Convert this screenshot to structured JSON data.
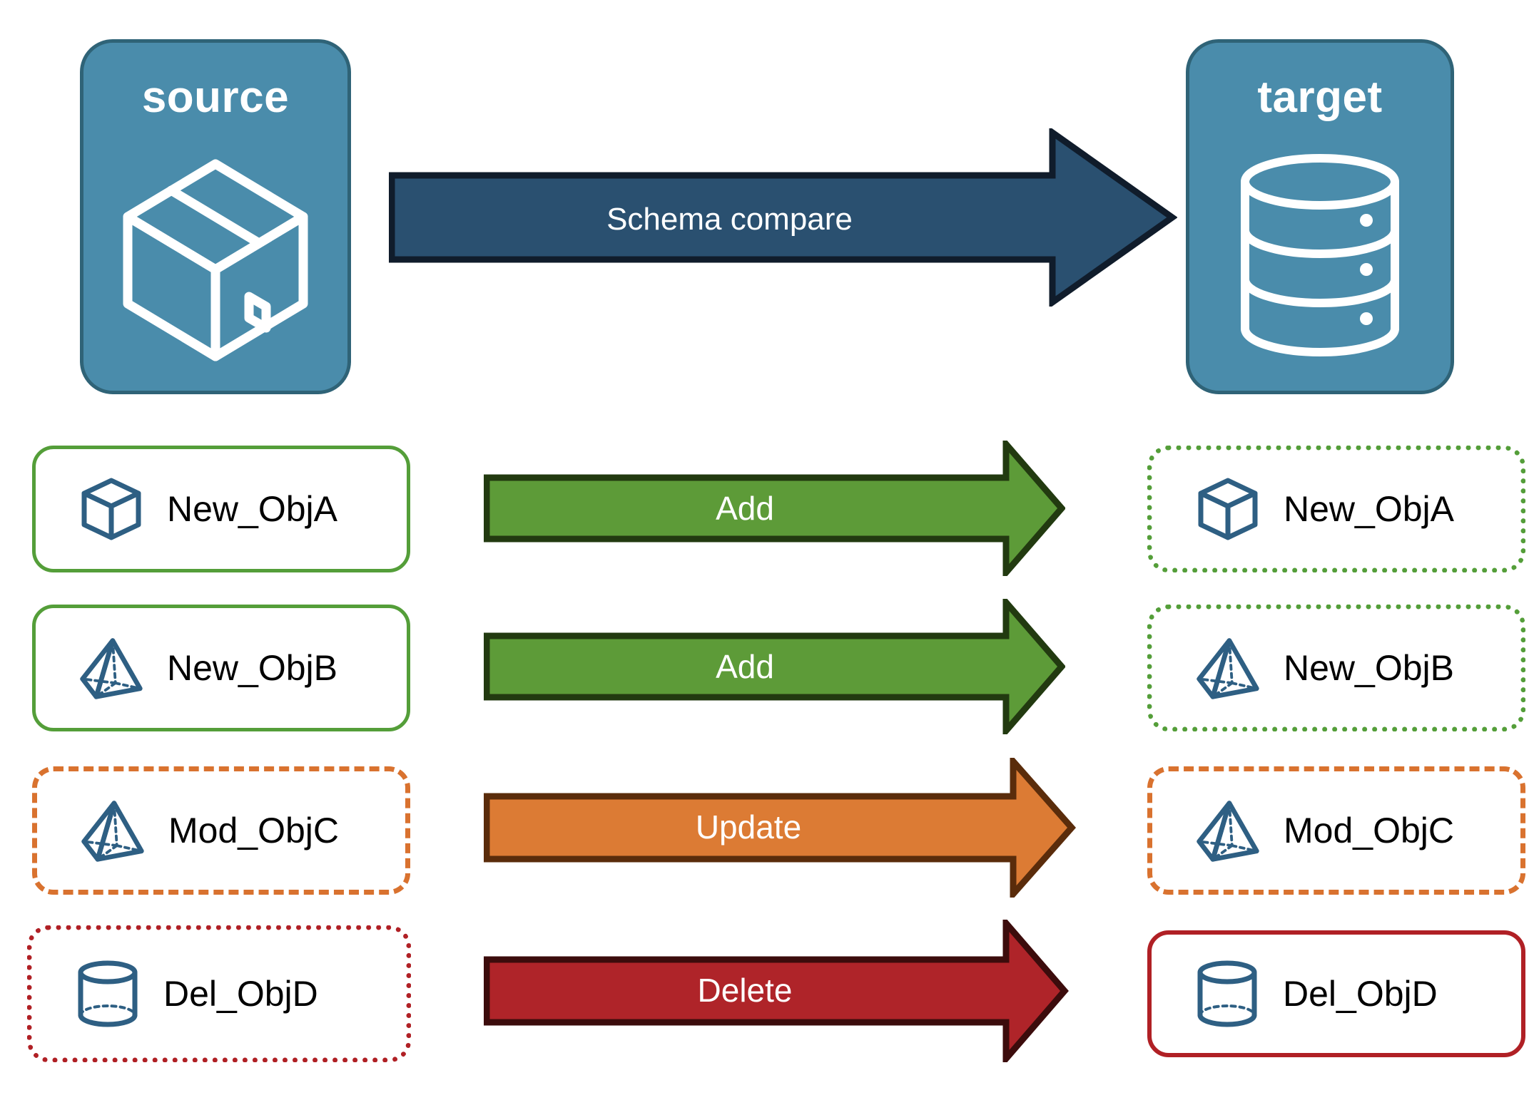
{
  "diagram": {
    "title_source": "source",
    "title_target": "target",
    "compare_label": "Schema compare",
    "colors": {
      "panel_fill": "#4A8CAB",
      "panel_stroke": "#2F6377",
      "compare_fill": "#2A5070",
      "compare_stroke": "#101C2B",
      "icon_blue": "#2E5F83",
      "add_fill": "#5D9B38",
      "add_stroke": "#223A10",
      "update_fill": "#DC7B34",
      "update_stroke": "#5A2C0B",
      "delete_fill": "#AF2429",
      "delete_stroke": "#3C0C0C",
      "green_border": "#549E39",
      "orange_border": "#D9722F",
      "red_border": "#B02025",
      "text_black": "#000000",
      "text_white": "#FFFFFF"
    },
    "endpoints": {
      "source": {
        "label": "source",
        "icon": "package-box-icon"
      },
      "target": {
        "label": "target",
        "icon": "database-cylinder-icon"
      }
    },
    "rows": [
      {
        "action": "Add",
        "action_color": "#5D9B38",
        "source": {
          "label": "New_ObjA",
          "icon": "wireframe-cube-icon",
          "border_style": "solid",
          "border_color": "#549E39"
        },
        "target": {
          "label": "New_ObjA",
          "icon": "wireframe-cube-icon",
          "border_style": "dotted",
          "border_color": "#549E39"
        }
      },
      {
        "action": "Add",
        "action_color": "#5D9B38",
        "source": {
          "label": "New_ObjB",
          "icon": "wireframe-pyramid-icon",
          "border_style": "solid",
          "border_color": "#549E39"
        },
        "target": {
          "label": "New_ObjB",
          "icon": "wireframe-pyramid-icon",
          "border_style": "dotted",
          "border_color": "#549E39"
        }
      },
      {
        "action": "Update",
        "action_color": "#DC7B34",
        "source": {
          "label": "Mod_ObjC",
          "icon": "wireframe-pyramid-icon",
          "border_style": "dashed",
          "border_color": "#D9722F"
        },
        "target": {
          "label": "Mod_ObjC",
          "icon": "wireframe-pyramid-icon",
          "border_style": "dashed",
          "border_color": "#D9722F"
        }
      },
      {
        "action": "Delete",
        "action_color": "#AF2429",
        "source": {
          "label": "Del_ObjD",
          "icon": "wireframe-cylinder-icon",
          "border_style": "dotted",
          "border_color": "#B02025"
        },
        "target": {
          "label": "Del_ObjD",
          "icon": "wireframe-cylinder-icon",
          "border_style": "solid",
          "border_color": "#B02025"
        }
      }
    ]
  }
}
